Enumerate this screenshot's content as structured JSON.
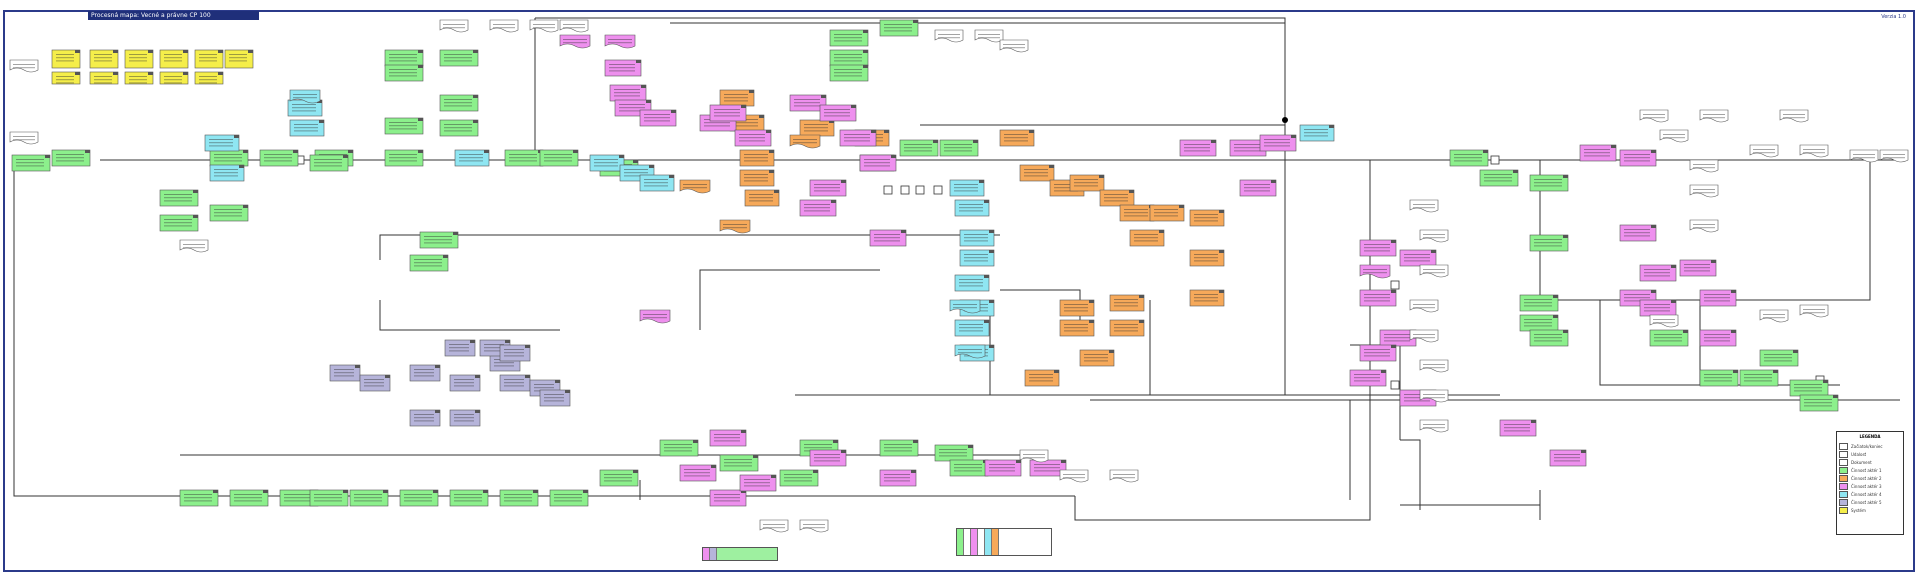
{
  "title": "Procesná mapa: Vecné a právne CP 100",
  "corner_label": "Verzia 1.0",
  "legend": {
    "title": "LEGENDA",
    "items": [
      {
        "label": "Začiatok/koniec",
        "color": "#ffffff"
      },
      {
        "label": "Udalosť",
        "color": "#ffffff"
      },
      {
        "label": "Dokument",
        "color": "#ffffff"
      },
      {
        "label": "Činnosť aktér 1",
        "color": "#8cf08c"
      },
      {
        "label": "Činnosť aktér 2",
        "color": "#f6a95a"
      },
      {
        "label": "Činnosť aktér 3",
        "color": "#ee90ee"
      },
      {
        "label": "Činnosť aktér 4",
        "color": "#8fe6f2"
      },
      {
        "label": "Činnosť aktér 5",
        "color": "#b6b4da"
      },
      {
        "label": "Systém",
        "color": "#f5ee4a"
      }
    ]
  },
  "colors": {
    "frame": "#2b3a8a",
    "green": "#8cf08c",
    "orange": "#f6a95a",
    "pink": "#ee90ee",
    "cyan": "#8fe6f2",
    "lavender": "#b6b4da",
    "yellow": "#f5ee4a",
    "doc": "#ffffff"
  }
}
